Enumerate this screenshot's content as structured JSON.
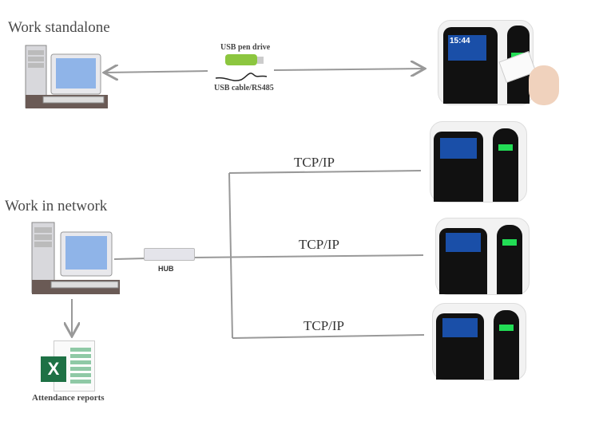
{
  "sections": {
    "standalone_title": "Work standalone",
    "network_title": "Work in network"
  },
  "standalone": {
    "usb_pen_label": "USB pen drive",
    "usb_cable_label": "USB cable/RS485",
    "device_time": "15:44"
  },
  "network": {
    "hub_label": "HUB",
    "links": [
      {
        "label": "TCP/IP"
      },
      {
        "label": "TCP/IP"
      },
      {
        "label": "TCP/IP"
      }
    ],
    "reports_label": "Attendance reports"
  },
  "colors": {
    "line": "#9a9a9a",
    "usb_green": "#8cc63f",
    "excel_green": "#1e7145",
    "led_green": "#22dd55"
  }
}
